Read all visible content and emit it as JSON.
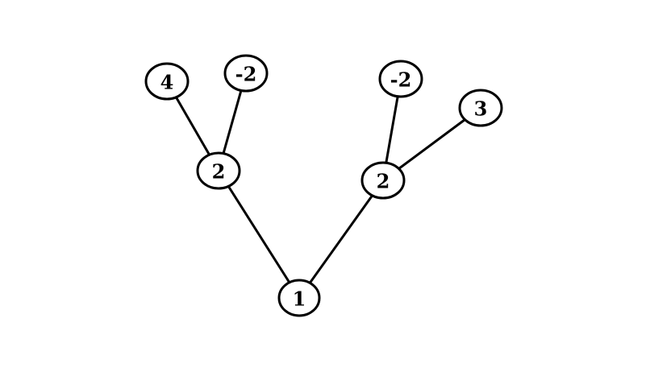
{
  "tree": {
    "nodes": [
      {
        "id": "root",
        "label": "1"
      },
      {
        "id": "left",
        "label": "2"
      },
      {
        "id": "right",
        "label": "2"
      },
      {
        "id": "left-left",
        "label": "4"
      },
      {
        "id": "left-right",
        "label": "-2"
      },
      {
        "id": "right-left",
        "label": "-2"
      },
      {
        "id": "right-right",
        "label": "3"
      }
    ],
    "edges": [
      {
        "from": "root",
        "to": "left"
      },
      {
        "from": "root",
        "to": "right"
      },
      {
        "from": "left",
        "to": "left-left"
      },
      {
        "from": "left",
        "to": "left-right"
      },
      {
        "from": "right",
        "to": "right-left"
      },
      {
        "from": "right",
        "to": "right-right"
      }
    ]
  }
}
